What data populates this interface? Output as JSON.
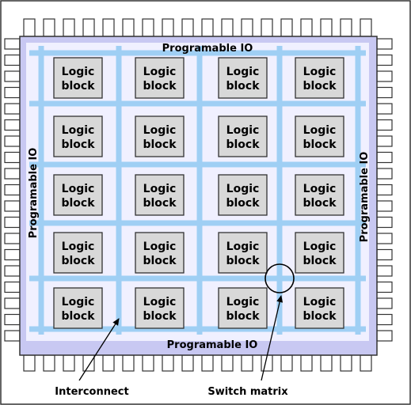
{
  "labels": {
    "top_io": "Programable IO",
    "bottom_io": "Programable IO",
    "left_io": "Programable IO",
    "right_io": "Programable IO",
    "interconnect": "Interconnect",
    "switch_matrix": "Switch matrix"
  },
  "logic_block": {
    "line1": "Logic",
    "line2": "block"
  },
  "grid": {
    "rows": 5,
    "cols": 4
  },
  "colors": {
    "frame_border": "#333333",
    "chip_fill": "#c8c8f2",
    "core_fill": "#f0f0ff",
    "interconnect": "#9fcff4",
    "block_fill": "#d8d8d8",
    "block_border": "#333333",
    "pin_fill": "#ffffff",
    "pin_border": "#333333",
    "text": "#000000"
  }
}
